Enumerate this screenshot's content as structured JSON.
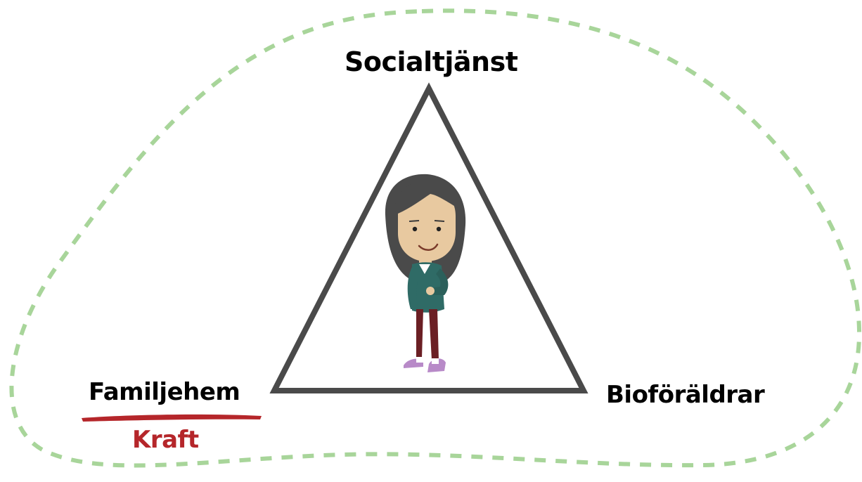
{
  "diagram": {
    "nodes": {
      "top": "Socialtjänst",
      "left": "Familjehem",
      "right": "Bioföräldrar"
    },
    "sub_label": "Kraft",
    "colors": {
      "outline": "#a8d59a",
      "triangle": "#4a4a4a",
      "accent": "#b5262a",
      "label": "#000000"
    },
    "center_figure": "child-character-illustration"
  }
}
